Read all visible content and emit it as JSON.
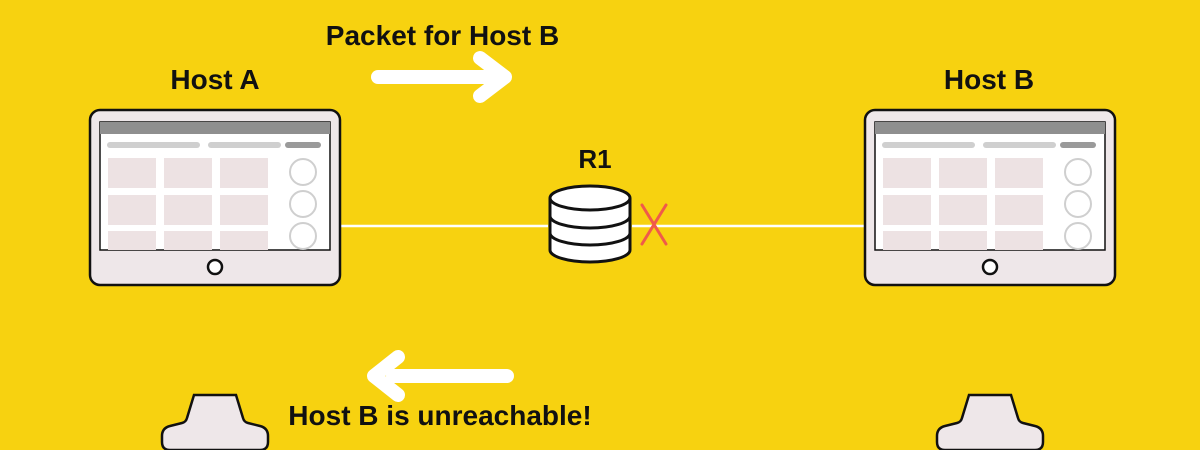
{
  "labels": {
    "packet_direction": "Packet for Host B",
    "host_a": "Host A",
    "host_b": "Host B",
    "router": "R1",
    "reply": "Host B is unreachable!"
  },
  "colors": {
    "background": "#F7D210",
    "link": "#FFFFFF",
    "failure_mark": "#F05A4A",
    "monitor_bezel": "#EEE7E9",
    "outline": "#111111"
  },
  "icons": {
    "left_monitor": "desktop-monitor-icon",
    "right_monitor": "desktop-monitor-icon",
    "router": "router-icon",
    "failure": "x-mark-icon",
    "arrow_right": "arrow-right-icon",
    "arrow_left": "arrow-left-icon"
  }
}
